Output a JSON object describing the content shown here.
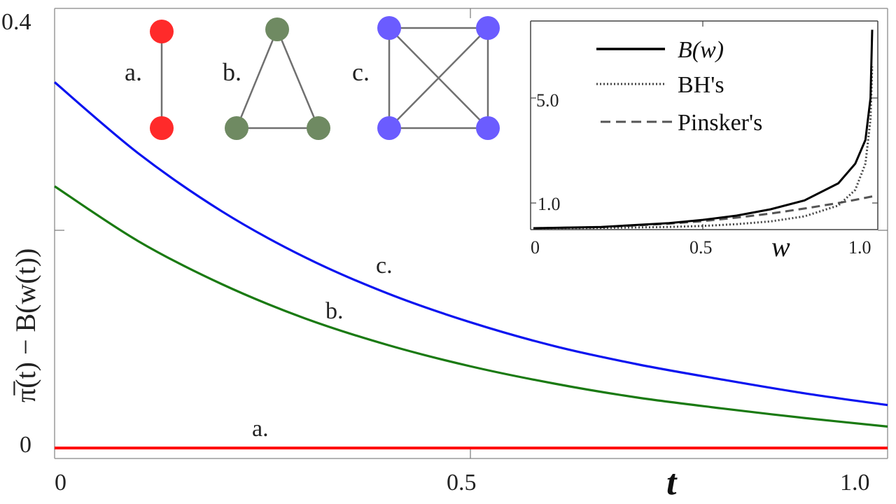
{
  "chart_data": [
    {
      "type": "line",
      "xlabel": "t",
      "ylabel": "π̅(t) − B(w(t))",
      "xlim": [
        0,
        1.0
      ],
      "ylim": [
        0,
        0.4
      ],
      "x_ticks": [
        "0",
        "0.5",
        "1.0"
      ],
      "y_ticks": [
        "0",
        "0.4"
      ],
      "grid": false,
      "series": [
        {
          "name": "a.",
          "color": "#ff0000",
          "x": [
            0,
            0.1,
            0.2,
            0.3,
            0.4,
            0.5,
            0.6,
            0.7,
            0.8,
            0.9,
            1.0
          ],
          "y": [
            0,
            0,
            0,
            0,
            0,
            0,
            0,
            0,
            0,
            0,
            0
          ]
        },
        {
          "name": "b.",
          "color": "#1a7a12",
          "x": [
            0,
            0.1,
            0.2,
            0.3,
            0.4,
            0.5,
            0.6,
            0.7,
            0.8,
            0.9,
            1.0
          ],
          "y": [
            0.244,
            0.193,
            0.153,
            0.121,
            0.096,
            0.076,
            0.06,
            0.047,
            0.037,
            0.028,
            0.02
          ]
        },
        {
          "name": "c.",
          "color": "#0a14f0",
          "x": [
            0,
            0.1,
            0.2,
            0.3,
            0.4,
            0.5,
            0.6,
            0.7,
            0.8,
            0.9,
            1.0
          ],
          "y": [
            0.341,
            0.275,
            0.221,
            0.178,
            0.144,
            0.117,
            0.095,
            0.078,
            0.064,
            0.051,
            0.04
          ]
        }
      ],
      "graphs": [
        {
          "label": "a.",
          "color": "#ff2a2a",
          "nodes": 2
        },
        {
          "label": "b.",
          "color": "#6f8a62",
          "nodes": 3
        },
        {
          "label": "c.",
          "color": "#6b5cff",
          "nodes": 4
        }
      ]
    },
    {
      "type": "line",
      "xlabel": "w",
      "ylabel": "",
      "xlim": [
        0,
        1.0
      ],
      "x_ticks": [
        "0",
        "0.5",
        "1.0"
      ],
      "y_ticks": [
        "1.0",
        "5.0"
      ],
      "legend_position": "top",
      "series": [
        {
          "name": "B(w)",
          "style": "solid",
          "color": "#000000",
          "x": [
            0,
            0.2,
            0.4,
            0.5,
            0.6,
            0.7,
            0.8,
            0.9,
            0.95,
            0.98,
            0.995,
            1.0
          ],
          "y": [
            0,
            0.05,
            0.2,
            0.33,
            0.5,
            0.75,
            1.1,
            1.75,
            2.5,
            3.4,
            5.0,
            7.6
          ]
        },
        {
          "name": "BH's",
          "style": "dotted",
          "color": "#444444",
          "x": [
            0,
            0.2,
            0.4,
            0.5,
            0.6,
            0.7,
            0.8,
            0.9,
            0.95,
            0.98,
            0.995,
            1.0
          ],
          "y": [
            0,
            0.01,
            0.05,
            0.09,
            0.16,
            0.27,
            0.47,
            0.9,
            1.5,
            2.5,
            4.2,
            6.2
          ]
        },
        {
          "name": "Pinsker's",
          "style": "dashed",
          "color": "#555555",
          "x": [
            0,
            0.2,
            0.4,
            0.5,
            0.6,
            0.7,
            0.8,
            0.9,
            0.95,
            1.0
          ],
          "y": [
            0,
            0.04,
            0.18,
            0.28,
            0.42,
            0.58,
            0.78,
            1.0,
            1.12,
            1.25
          ]
        }
      ]
    }
  ]
}
